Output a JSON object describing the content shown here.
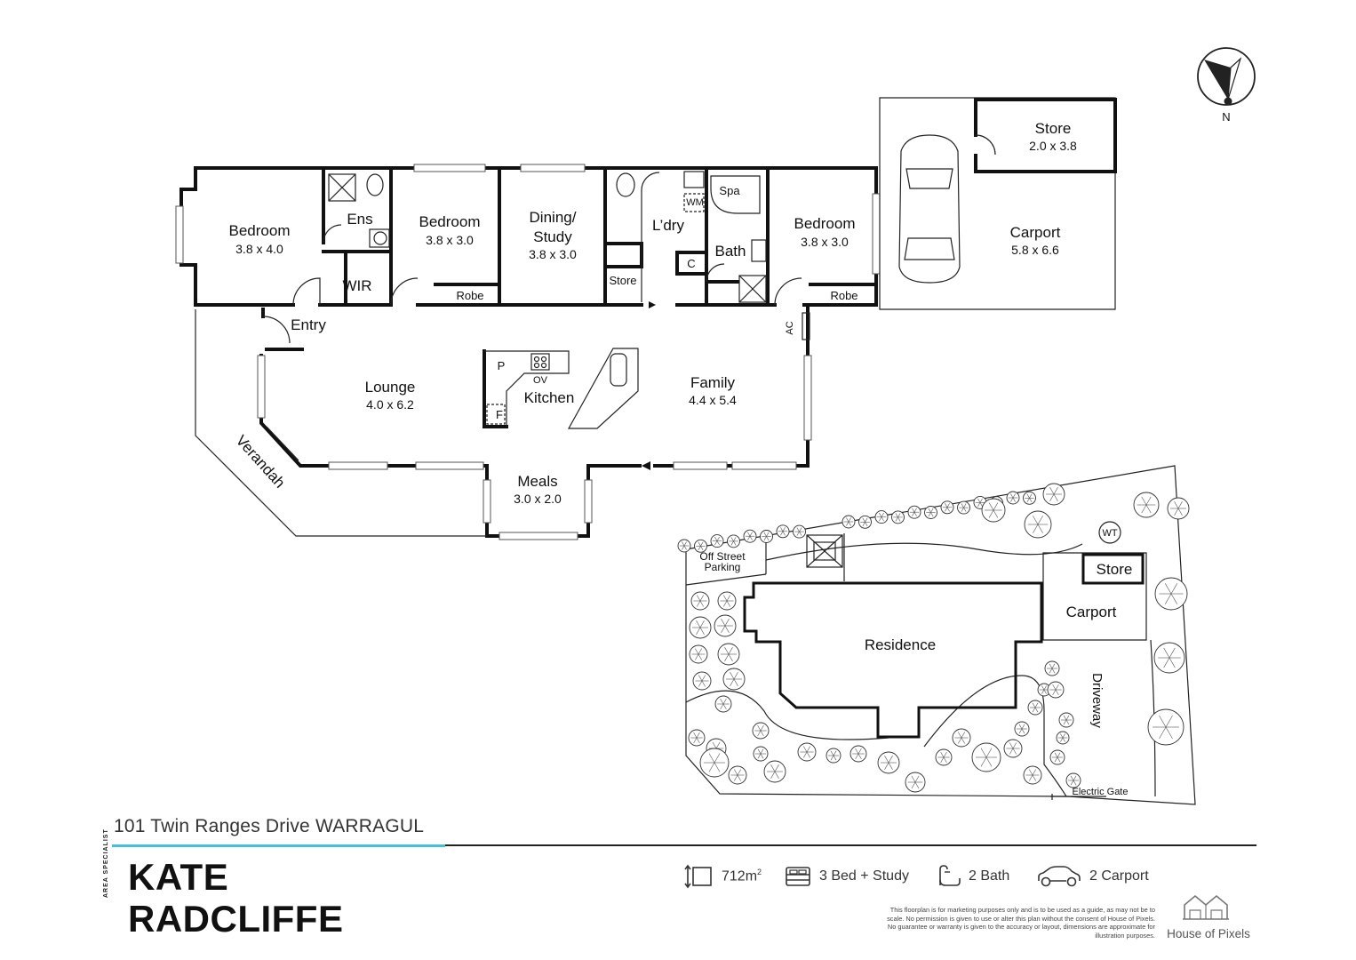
{
  "rooms": {
    "bedroom_1": {
      "name": "Bedroom",
      "dims": "3.8 x 4.0"
    },
    "ens": "Ens",
    "wir": "WIR",
    "bedroom_2": {
      "name": "Bedroom",
      "dims": "3.8 x 3.0"
    },
    "robe_1": "Robe",
    "dining_line1": "Dining/",
    "dining_line2": "Study",
    "dining_dims": "3.8 x 3.0",
    "store_small": "Store",
    "laundry": "L’dry",
    "wm": "WM",
    "spa": "Spa",
    "bath": "Bath",
    "c": "C",
    "bedroom_3": {
      "name": "Bedroom",
      "dims": "3.8 x 3.0"
    },
    "robe_2": "Robe",
    "entry": "Entry",
    "ac": "AC",
    "lounge": {
      "name": "Lounge",
      "dims": "4.0 x 6.2"
    },
    "p": "P",
    "ov": "OV",
    "f": "F",
    "kitchen": "Kitchen",
    "family": {
      "name": "Family",
      "dims": "4.4 x 5.4"
    },
    "verandah": "Verandah",
    "meals": {
      "name": "Meals",
      "dims": "3.0 x 2.0"
    },
    "store_carport": {
      "name": "Store",
      "dims": "2.0 x 3.8"
    },
    "carport": {
      "name": "Carport",
      "dims": "5.8 x 6.6"
    }
  },
  "compass": {
    "north": "N"
  },
  "site": {
    "off_street_1": "Off Street",
    "off_street_2": "Parking",
    "residence": "Residence",
    "store": "Store",
    "carport": "Carport",
    "driveway": "Driveway",
    "wt": "WT",
    "electric_gate": "Electric Gate"
  },
  "footer": {
    "address": "101 Twin Ranges Drive WARRAGUL",
    "agent_tag": "AREA SPECIALIST",
    "agent_first": "KATE",
    "agent_last": "RADCLIFFE",
    "area_value": "712m",
    "area_sup": "2",
    "bed": "3 Bed + Study",
    "bath": "2 Bath",
    "car": "2 Carport",
    "disclaimer": "This floorplan is for marketing purposes only and is to be used as a guide, as may not be to scale. No permission is given to use or alter this plan without the consent of House of Pixels. No guarantee or warranty is given to the accuracy or layout, dimensions are approximate for illustration purposes.",
    "brand": "House of Pixels"
  },
  "colors": {
    "accent": "#3ec3d5",
    "line": "#111111"
  }
}
